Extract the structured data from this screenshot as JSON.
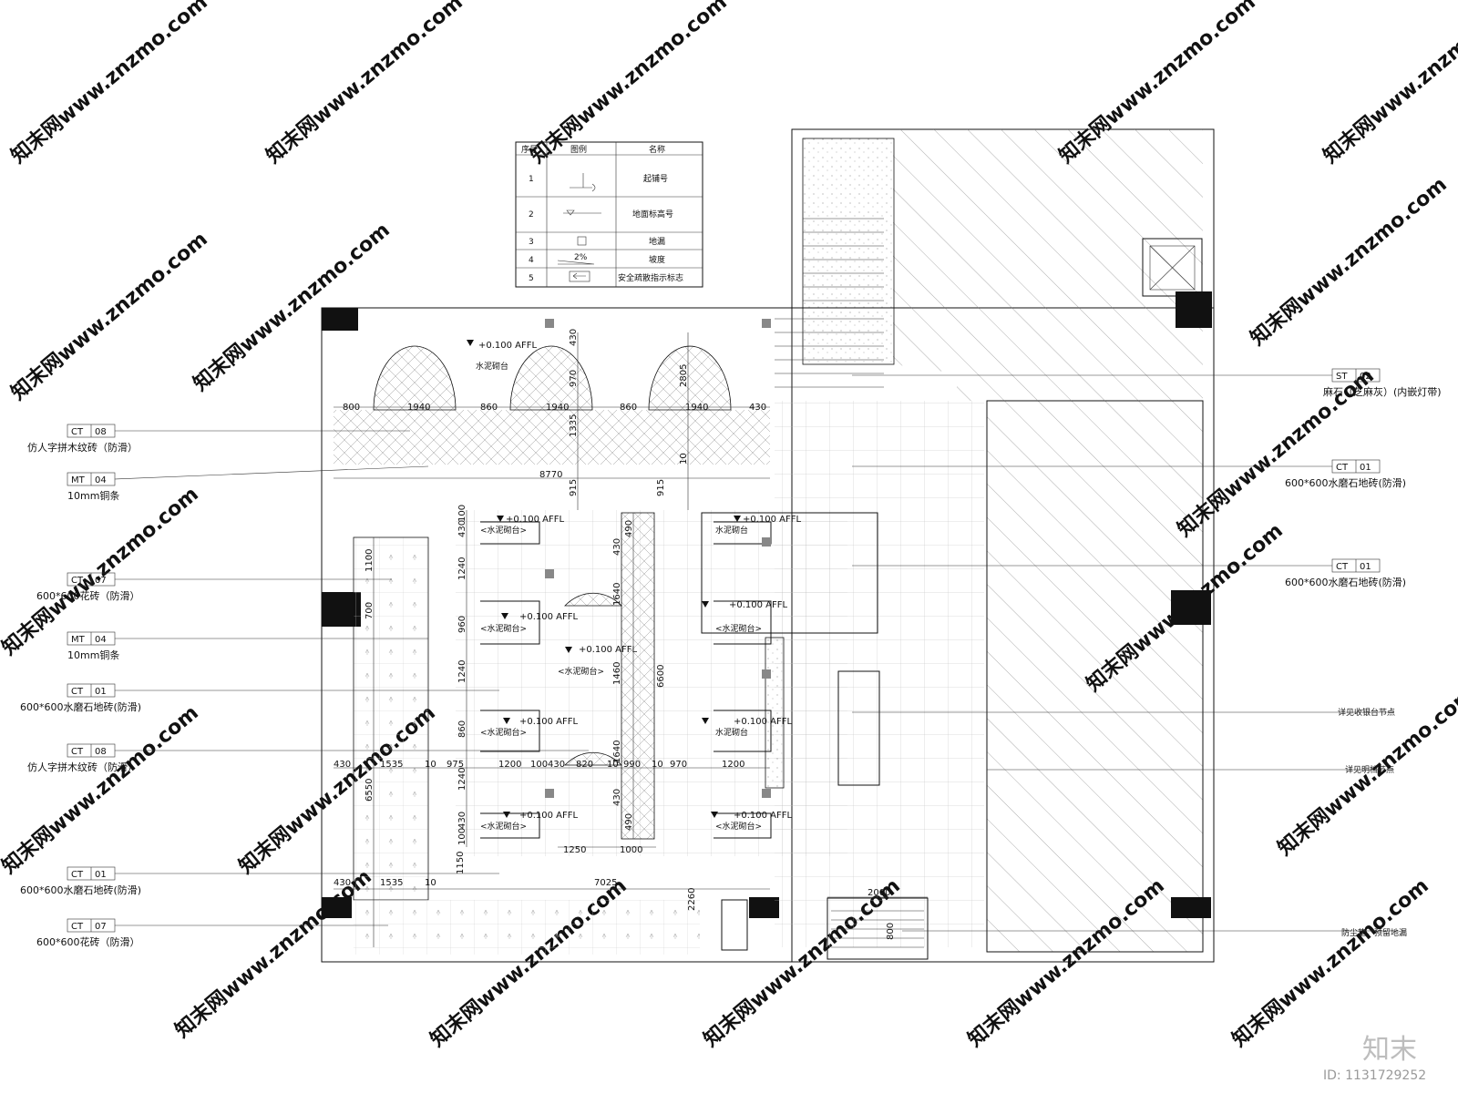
{
  "legend": {
    "headers": [
      "序号",
      "图例",
      "名称"
    ],
    "rows": [
      {
        "no": "1",
        "name": "起铺号"
      },
      {
        "no": "2",
        "name": "地面标高号"
      },
      {
        "no": "3",
        "name": "地漏"
      },
      {
        "no": "4",
        "name": "坡度",
        "symbol_text": "2%"
      },
      {
        "no": "5",
        "name": "安全疏散指示标志"
      }
    ]
  },
  "left_callouts": [
    {
      "code": "CT",
      "num": "08",
      "note": "仿人字拼木纹砖（防滑）"
    },
    {
      "code": "MT",
      "num": "04",
      "note": "10mm铜条"
    },
    {
      "code": "CT",
      "num": "07",
      "note": "600*600花砖（防滑）"
    },
    {
      "code": "MT",
      "num": "04",
      "note": "10mm铜条"
    },
    {
      "code": "CT",
      "num": "01",
      "note": "600*600水磨石地砖(防滑)"
    },
    {
      "code": "CT",
      "num": "08",
      "note": "仿人字拼木纹砖（防滑）"
    },
    {
      "code": "CT",
      "num": "01",
      "note": "600*600水磨石地砖(防滑)"
    },
    {
      "code": "CT",
      "num": "07",
      "note": "600*600花砖（防滑）"
    }
  ],
  "right_callouts": [
    {
      "code": "ST",
      "num": "02",
      "note": "麻石（芝麻灰）(内嵌灯带)"
    },
    {
      "code": "CT",
      "num": "01",
      "note": "600*600水磨石地砖(防滑)"
    },
    {
      "code": "CT",
      "num": "01",
      "note": "600*600水磨石地砖(防滑)"
    }
  ],
  "right_notes": [
    "详见收银台节点",
    "详见明档节点",
    "防尘垫，预留地漏"
  ],
  "elevation_tags": [
    "+0.100 AFFL",
    "+0.100 AFFL",
    "+0.100 AFFL",
    "+0.100 AFFL",
    "+0.100 AFFL",
    "+0.100 AFFL",
    "+0.100 AFFL",
    "+0.100 AFFL",
    "+0.100 AFFL",
    "+0.100 AFFL"
  ],
  "room_labels": [
    "水泥砌台",
    "<水泥砌台>",
    "<水泥砌台>",
    "<水泥砌台>",
    "<水泥砌台>",
    "<水泥砌台>",
    "水泥砌台",
    "<水泥砌台>",
    "水泥砌台",
    "<水泥砌台>"
  ],
  "dimensions": {
    "top_row": [
      "800",
      "1940",
      "860",
      "1940",
      "860",
      "1940",
      "430"
    ],
    "top_vertical": [
      "430",
      "970",
      "1335",
      "10",
      "2805",
      "915",
      "915"
    ],
    "overall_width": "8770",
    "mid_row": [
      "430",
      "1535",
      "10",
      "975",
      "1200",
      "100",
      "430",
      "820",
      "10",
      "990",
      "10",
      "970",
      "1200"
    ],
    "left_vertical": [
      "1100",
      "700",
      "6550"
    ],
    "col_vertical": [
      "100",
      "430",
      "1240",
      "960",
      "1240",
      "860",
      "1240",
      "430",
      "100"
    ],
    "center_vertical": [
      "490",
      "430",
      "1640",
      "1460",
      "1640",
      "430",
      "490"
    ],
    "total_height": "6600",
    "bottom_row": [
      "1250",
      "1000"
    ],
    "base_row": [
      "430",
      "1535",
      "10",
      "7025"
    ],
    "right_vertical": [
      "1150",
      "2260"
    ],
    "mat": [
      "2000",
      "800"
    ]
  },
  "watermark": "知末网www.znzmo.com",
  "brand": "知末",
  "id_label": "ID: 1131729252"
}
